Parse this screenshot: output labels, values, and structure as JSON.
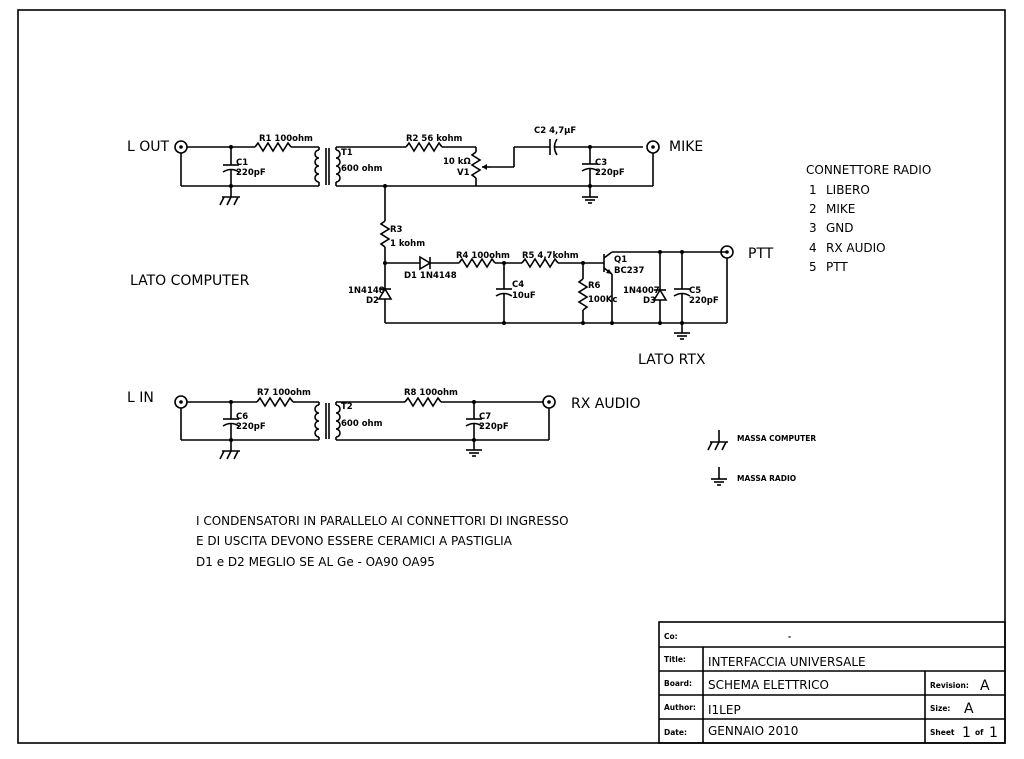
{
  "ports": {
    "l_out": "L OUT",
    "mike": "MIKE",
    "ptt": "PTT",
    "l_in": "L IN",
    "rx_audio": "RX AUDIO"
  },
  "sections": {
    "computer": "LATO COMPUTER",
    "rtx": "LATO RTX"
  },
  "components": {
    "r1": "R1 100ohm",
    "c1_ref": "C1",
    "c1_val": "220pF",
    "t1_ref": "T1",
    "t1_val": "600 ohm",
    "r2": "R2 56 kohm",
    "v1_val": "10 kΩ",
    "v1_ref": "V1",
    "c2": "C2 4,7µF",
    "c3_ref": "C3",
    "c3_val": "220pF",
    "r3_ref": "R3",
    "r3_val": "1 kohm",
    "d1": "D1 1N4148",
    "r4": "R4 100ohm",
    "r5": "R5 4,7kohm",
    "q1_ref": "Q1",
    "q1_val": "BC237",
    "d2_val": "1N4148",
    "d2_ref": "D2",
    "c4_ref": "C4",
    "c4_val": "10uF",
    "r6_ref": "R6",
    "r6_val": "100Kc",
    "d3_val": "1N4007",
    "d3_ref": "D3",
    "c5_ref": "C5",
    "c5_val": "220pF",
    "r7": "R7 100ohm",
    "c6_ref": "C6",
    "c6_val": "220pF",
    "t2_ref": "T2",
    "t2_val": "600 ohm",
    "r8": "R8 100ohm",
    "c7_ref": "C7",
    "c7_val": "220pF"
  },
  "connector": {
    "title": "CONNETTORE RADIO",
    "pins": [
      {
        "num": "1",
        "name": "LIBERO"
      },
      {
        "num": "2",
        "name": "MIKE"
      },
      {
        "num": "3",
        "name": "GND"
      },
      {
        "num": "4",
        "name": "RX AUDIO"
      },
      {
        "num": "5",
        "name": "PTT"
      }
    ]
  },
  "legend": {
    "computer_ground": "MASSA COMPUTER",
    "radio_ground": "MASSA RADIO"
  },
  "notes": [
    "I CONDENSATORI IN PARALLELO AI CONNETTORI DI INGRESSO",
    "E DI USCITA DEVONO ESSERE CERAMICI A PASTIGLIA",
    "D1 e D2  MEGLIO SE AL Ge - OA90  OA95"
  ],
  "title_block": {
    "co_label": "Co:",
    "co_value": "-",
    "title_label": "Title:",
    "title_value": "INTERFACCIA UNIVERSALE",
    "board_label": "Board:",
    "board_value": "SCHEMA ELETTRICO",
    "revision_label": "Revision:",
    "revision_value": "A",
    "author_label": "Author:",
    "author_value": "I1LEP",
    "size_label": "Size:",
    "size_value": "A",
    "date_label": "Date:",
    "date_value": "GENNAIO 2010",
    "sheet_label": "Sheet",
    "sheet_num": "1",
    "sheet_of": "of",
    "sheet_total": "1"
  }
}
